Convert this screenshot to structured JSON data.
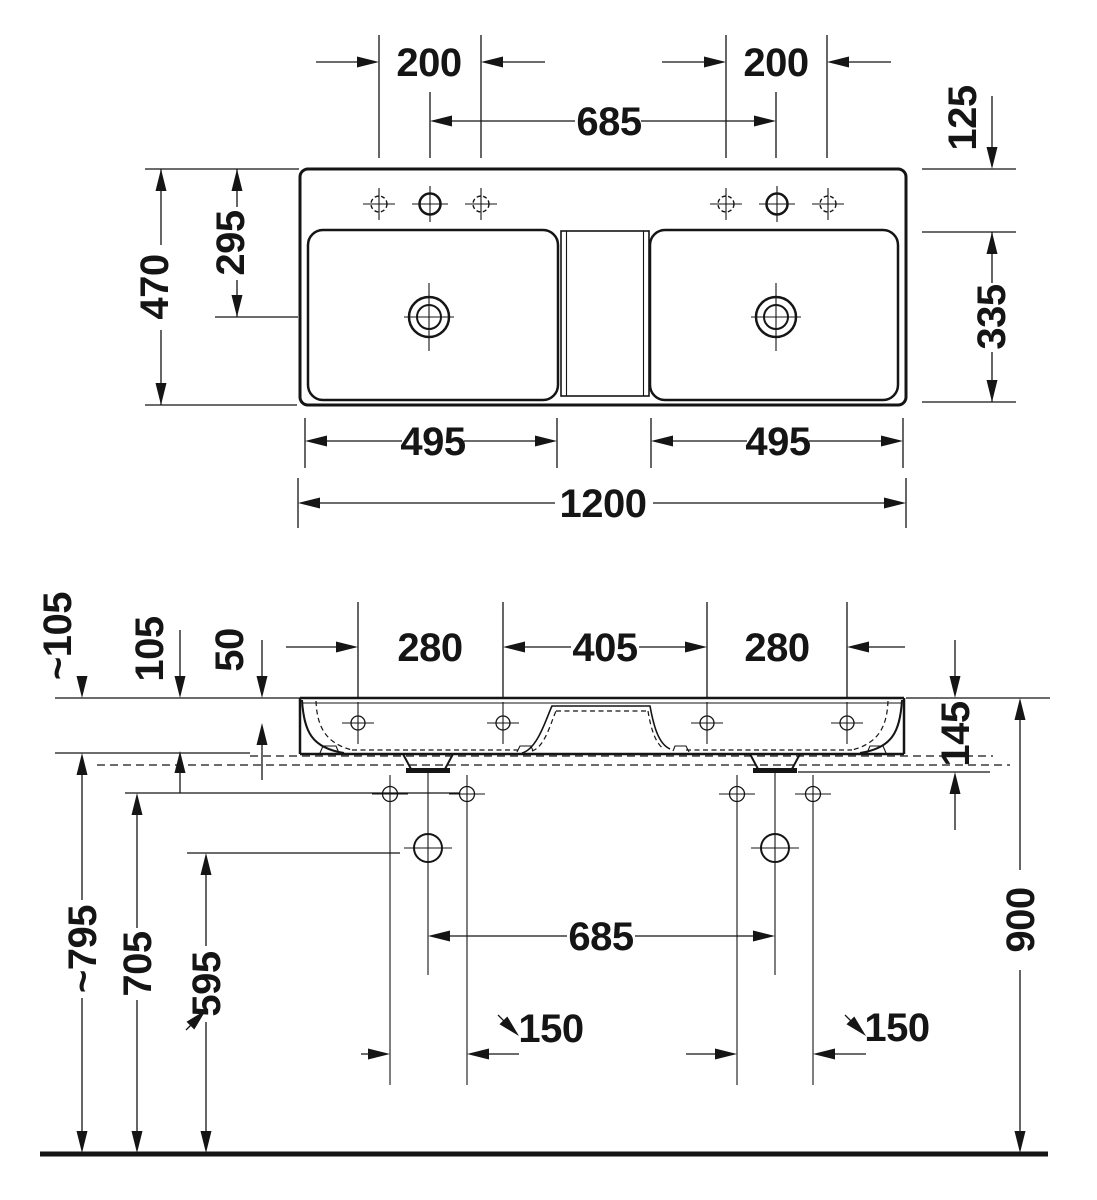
{
  "document": {
    "kind": "sanitary-ware dimension drawing",
    "subject": "double washbasin, top view and front elevation",
    "unit": "mm",
    "ink_color": "#151515",
    "background_color": "#ffffff"
  },
  "plan": {
    "tap_offset_left": "200",
    "tap_distance": "685",
    "tap_offset_right": "200",
    "rear_ledge": "125",
    "total_depth": "470",
    "drain_from_rear": "295",
    "bowl_depth": "335",
    "bowl_width_left": "495",
    "bowl_width_right": "495",
    "total_width": "1200"
  },
  "elevation": {
    "rim_to_underside_approx": "~105",
    "rim_to_underside": "105",
    "rim_to_fixing": "50",
    "fixing_span_left": "280",
    "fixing_span_mid": "405",
    "fixing_span_right": "280",
    "front_height": "145",
    "drain_spacing": "685",
    "supply_offset_left": "150",
    "supply_offset_right": "150",
    "floor_to_underside_approx": "~795",
    "floor_to_supply": "705",
    "floor_to_drain": "595",
    "floor_to_rim": "900"
  }
}
